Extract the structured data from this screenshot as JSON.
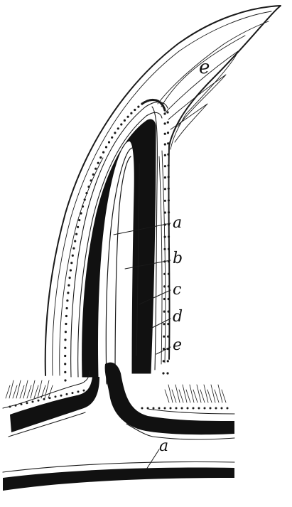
{
  "labels": {
    "top_e": "e",
    "a": "a",
    "b": "b",
    "c": "c",
    "d": "d",
    "e": "e",
    "bottom_a": "a"
  },
  "colors": {
    "ink": "#1a1a1a",
    "paper": "#ffffff"
  }
}
